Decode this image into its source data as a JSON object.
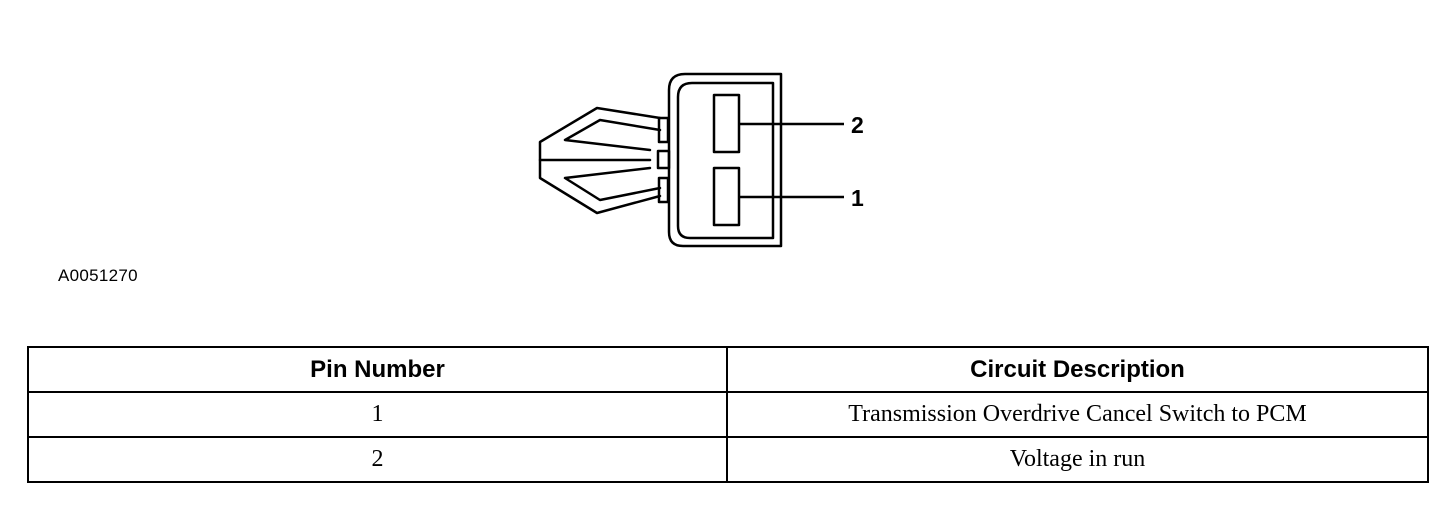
{
  "diagram": {
    "pin_callouts": [
      "2",
      "1"
    ],
    "figure_id": "A0051270"
  },
  "table": {
    "headers": [
      "Pin Number",
      "Circuit Description"
    ],
    "rows": [
      [
        "1",
        "Transmission Overdrive Cancel Switch to PCM"
      ],
      [
        "2",
        "Voltage in run"
      ]
    ]
  }
}
